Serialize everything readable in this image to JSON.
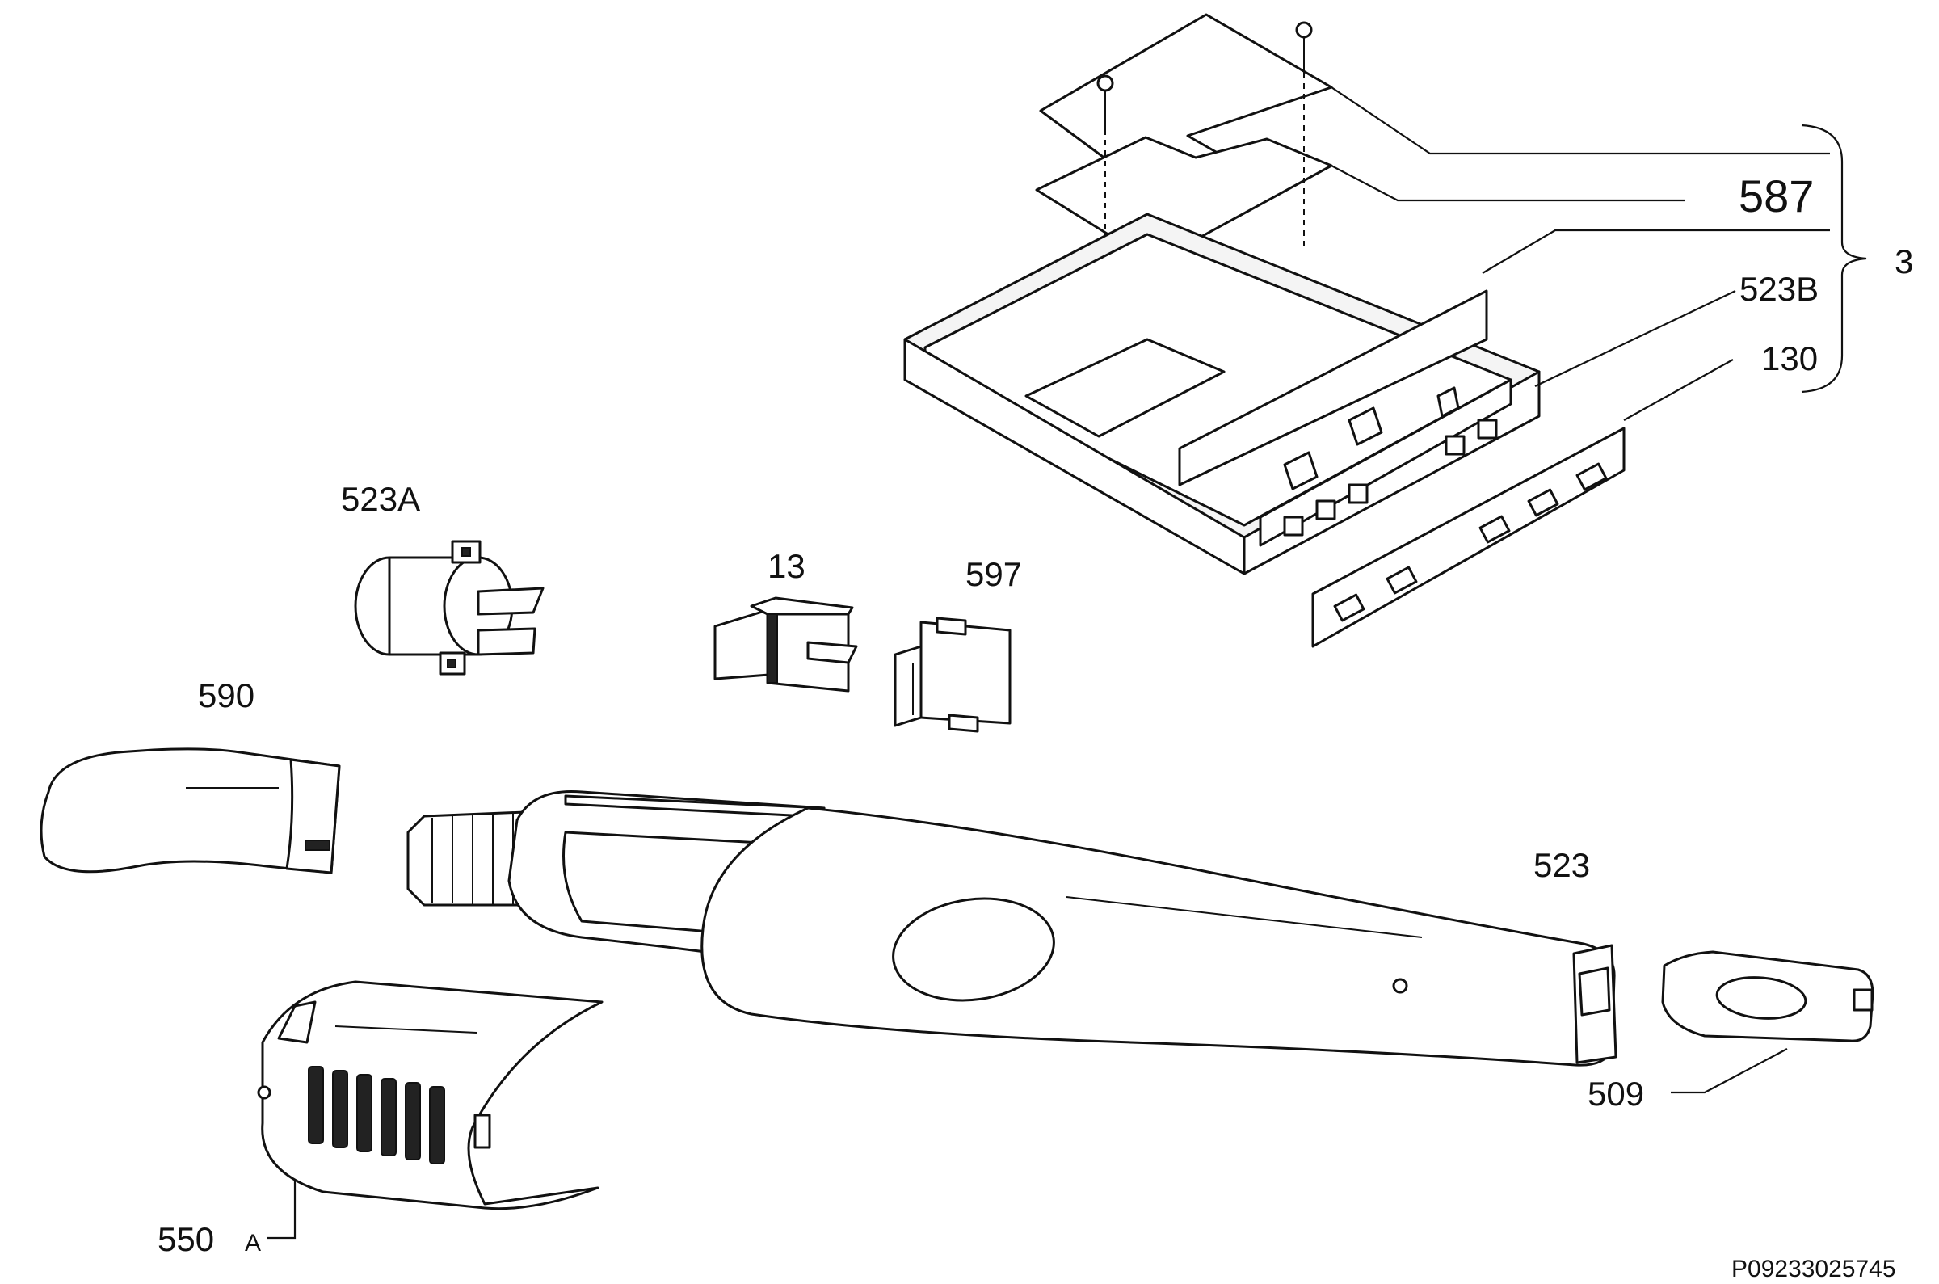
{
  "callouts": {
    "c587": "587",
    "c3": "3",
    "c523B": "523B",
    "c130": "130",
    "c523A": "523A",
    "c13": "13",
    "c597": "597",
    "c590": "590",
    "c523": "523",
    "c509": "509",
    "c550A_num": "550",
    "c550A_suffix": "A"
  },
  "document_id": "P09233025745"
}
